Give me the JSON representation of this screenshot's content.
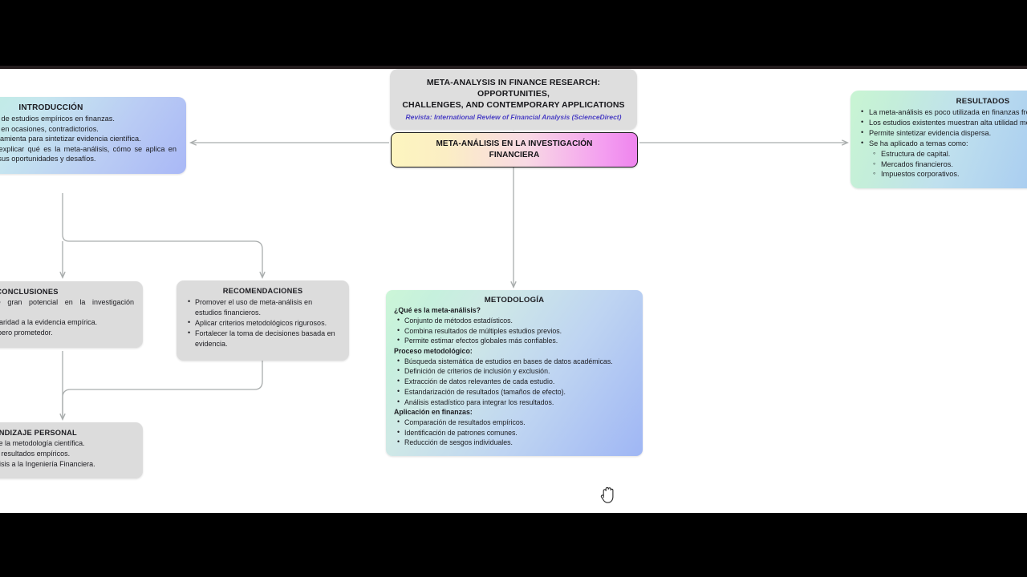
{
  "title_card": {
    "heading_line1": "META-ANALYSIS IN FINANCE RESEARCH: OPPORTUNITIES,",
    "heading_line2": "CHALLENGES, AND CONTEMPORARY APPLICATIONS",
    "journal": "Revista: International Review of Financial Analysis (ScienceDirect)"
  },
  "central_node": {
    "line1": "META-ANÁLISIS EN LA INVESTIGACIÓN",
    "line2": "FINANCIERA"
  },
  "introduccion": {
    "title": "INTRODUCCIÓN",
    "items": [
      "Crecimiento acelerado de estudios empíricos en finanzas.",
      "Resultados diversos y, en ocasiones, contradictorios.",
      "Necesidad de una herramienta para sintetizar evidencia científica.",
      "Objetivo del artículo: explicar qué es la meta-análisis, cómo se aplica en finanzas y cuáles son sus oportunidades y desafíos."
    ]
  },
  "resultados": {
    "title": "RESULTADOS",
    "items": [
      "La meta-análisis es poco utilizada en finanzas frente a otras disciplinas.",
      "Los estudios existentes muestran alta utilidad metodológica.",
      "Permite sintetizar evidencia dispersa.",
      "Se ha aplicado a temas como:"
    ],
    "subitems": [
      "Estructura de capital.",
      "Mercados financieros.",
      "Impuestos corporativos."
    ]
  },
  "metodologia": {
    "title": "METODOLOGÍA",
    "section1_label": "¿Qué es la meta-análisis?",
    "section1_items": [
      "Conjunto de métodos estadísticos.",
      "Combina resultados de múltiples estudios previos.",
      "Permite estimar efectos globales más confiables."
    ],
    "section2_label": "Proceso metodológico:",
    "section2_items": [
      "Búsqueda sistemática de estudios en bases de datos académicas.",
      "Definición de criterios de inclusión y exclusión.",
      "Extracción de datos relevantes de cada estudio.",
      "Estandarización de resultados (tamaños de efecto).",
      "Análisis estadístico para integrar los resultados."
    ],
    "section3_label": "Aplicación en finanzas:",
    "section3_items": [
      "Comparación de resultados empíricos.",
      "Identificación de patrones comunes.",
      "Reducción de sesgos individuales."
    ]
  },
  "conclusiones": {
    "title": "CONCLUSIONES",
    "items": [
      "La meta-análisis tiene gran potencial en la investigación financiera.",
      "Aporta rigor, síntesis y claridad a la evidencia empírica.",
      "Su uso aún es limitado, pero prometedor."
    ]
  },
  "recomendaciones": {
    "title": "RECOMENDACIONES",
    "items": [
      "Promover el uso de meta-análisis en estudios financieros.",
      "Aplicar criterios metodológicos rigurosos.",
      "Fortalecer la toma de decisiones basada en evidencia."
    ]
  },
  "aprendizaje": {
    "title": "APRENDIZAJE PERSONAL",
    "items": [
      "Comprensión del valor de la metodología científica.",
      "Importancia de sintetizar resultados empíricos.",
      "Aplicación del meta-análisis a la Ingeniería Financiera."
    ]
  },
  "colors": {
    "canvas": "#ffffff",
    "letterbox": "#000000",
    "grey_node": "#dcdcdc",
    "title_card": "#dedede",
    "journal_text": "#4a3fc4",
    "edge_stroke": "#a9adad",
    "central_border": "#1b1b1b"
  },
  "cursor": {
    "type": "grab-hand-cursor"
  }
}
